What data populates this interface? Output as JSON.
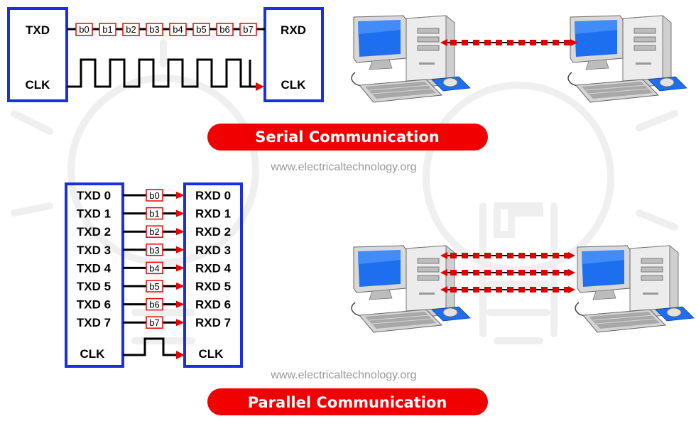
{
  "serial": {
    "tx_label": "TXD",
    "rx_label": "RXD",
    "clk_tx_label": "CLK",
    "clk_rx_label": "CLK",
    "bits": [
      "b0",
      "b1",
      "b2",
      "b3",
      "b4",
      "b5",
      "b6",
      "b7"
    ],
    "title": "Serial Communication"
  },
  "parallel": {
    "tx_labels": [
      "TXD 0",
      "TXD 1",
      "TXD 2",
      "TXD 3",
      "TXD 4",
      "TXD 5",
      "TXD 6",
      "TXD 7"
    ],
    "rx_labels": [
      "RXD 0",
      "RXD 1",
      "RXD 2",
      "RXD 3",
      "RXD 4",
      "RXD 5",
      "RXD 6",
      "RXD 7"
    ],
    "bits": [
      "b0",
      "b1",
      "b2",
      "b3",
      "b4",
      "b5",
      "b6",
      "b7"
    ],
    "clk_tx_label": "CLK",
    "clk_rx_label": "CLK",
    "title": "Parallel Communication"
  },
  "watermark": "www.electricaltechnology.org",
  "colors": {
    "frame_blue": "#1a2fe0",
    "accent_red": "#ee0000",
    "banner_red": "#f00000",
    "link_dot_red": "#e00000",
    "watermark_gray": "#9a9a9a",
    "monitor_screen_blue": "#1e6ff0",
    "computer_body": "#e4e4e4"
  },
  "icons": {
    "computer": "desktop-computer-icon",
    "background": "lightbulb-watermark-icon"
  }
}
